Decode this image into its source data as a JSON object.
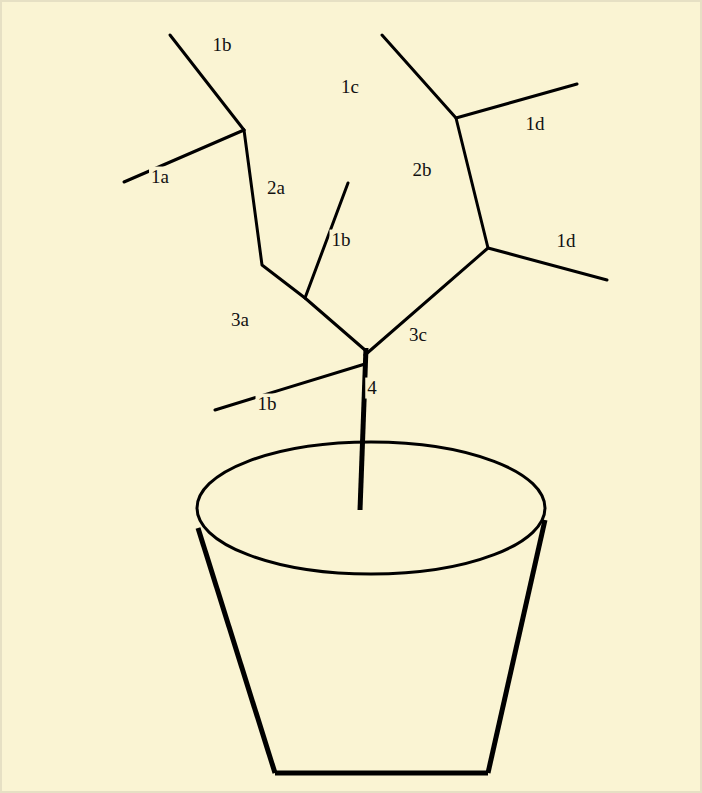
{
  "diagram": {
    "labels": [
      "1b",
      "1c",
      "1d",
      "1a",
      "2a",
      "2b",
      "1b",
      "1d",
      "3a",
      "3c",
      "1b",
      "4"
    ]
  }
}
